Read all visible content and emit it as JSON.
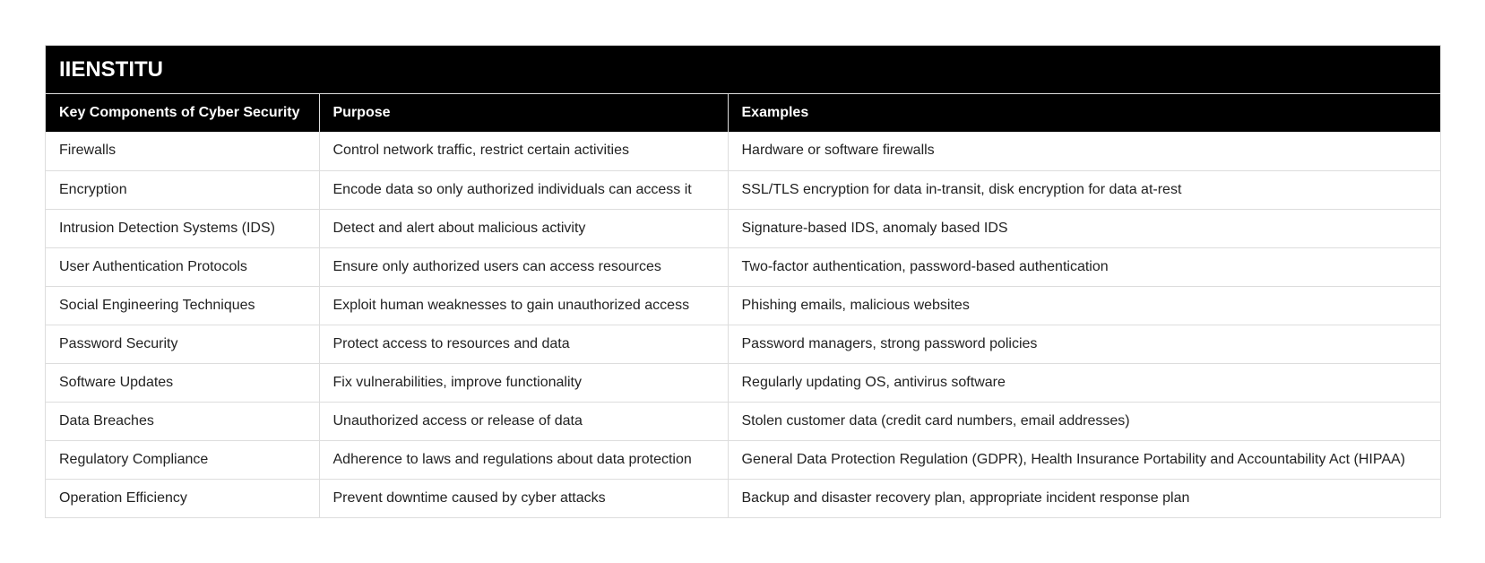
{
  "table": {
    "title": "IIENSTITU",
    "headers": [
      "Key Components of Cyber Security",
      "Purpose",
      "Examples"
    ],
    "rows": [
      [
        "Firewalls",
        "Control network traffic, restrict certain activities",
        "Hardware or software firewalls"
      ],
      [
        "Encryption",
        "Encode data so only authorized individuals can access it",
        "SSL/TLS encryption for data in-transit, disk encryption for data at-rest"
      ],
      [
        "Intrusion Detection Systems (IDS)",
        "Detect and alert about malicious activity",
        "Signature-based IDS, anomaly based IDS"
      ],
      [
        "User Authentication Protocols",
        "Ensure only authorized users can access resources",
        "Two-factor authentication, password-based authentication"
      ],
      [
        "Social Engineering Techniques",
        "Exploit human weaknesses to gain unauthorized access",
        "Phishing emails, malicious websites"
      ],
      [
        "Password Security",
        "Protect access to resources and data",
        "Password managers, strong password policies"
      ],
      [
        "Software Updates",
        "Fix vulnerabilities, improve functionality",
        "Regularly updating OS, antivirus software"
      ],
      [
        "Data Breaches",
        "Unauthorized access or release of data",
        "Stolen customer data (credit card numbers, email addresses)"
      ],
      [
        "Regulatory Compliance",
        "Adherence to laws and regulations about data protection",
        "General Data Protection Regulation (GDPR), Health Insurance Portability and Accountability Act (HIPAA)"
      ],
      [
        "Operation Efficiency",
        "Prevent downtime caused by cyber attacks",
        "Backup and disaster recovery plan, appropriate incident response plan"
      ]
    ]
  }
}
